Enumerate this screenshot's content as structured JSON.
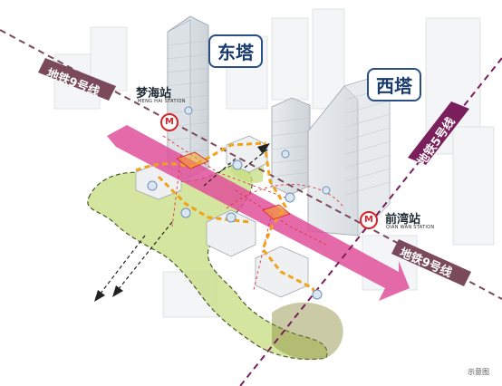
{
  "towers": {
    "east": "东塔",
    "west": "西塔"
  },
  "stations": {
    "menghai": {
      "name_cn": "梦海站",
      "name_en": "MENG HAI STATION"
    },
    "qianwan": {
      "name_cn": "前湾站",
      "name_en": "QIAN WAN STATION"
    }
  },
  "metro_lines": {
    "line9_left": "地铁9号线",
    "line5": "地铁5号线",
    "line9_right": "地铁9号线"
  },
  "metro_icon_letter": "M",
  "note": "示意图",
  "colors": {
    "line9": "#7a4a5a",
    "line5": "#7b1f5c",
    "pink_axis": "#e0509a",
    "green_space": "#b9d56a",
    "orange_path": "#f0a21a",
    "metro_red": "#d8232a",
    "label_blue": "#1a3b6e"
  }
}
